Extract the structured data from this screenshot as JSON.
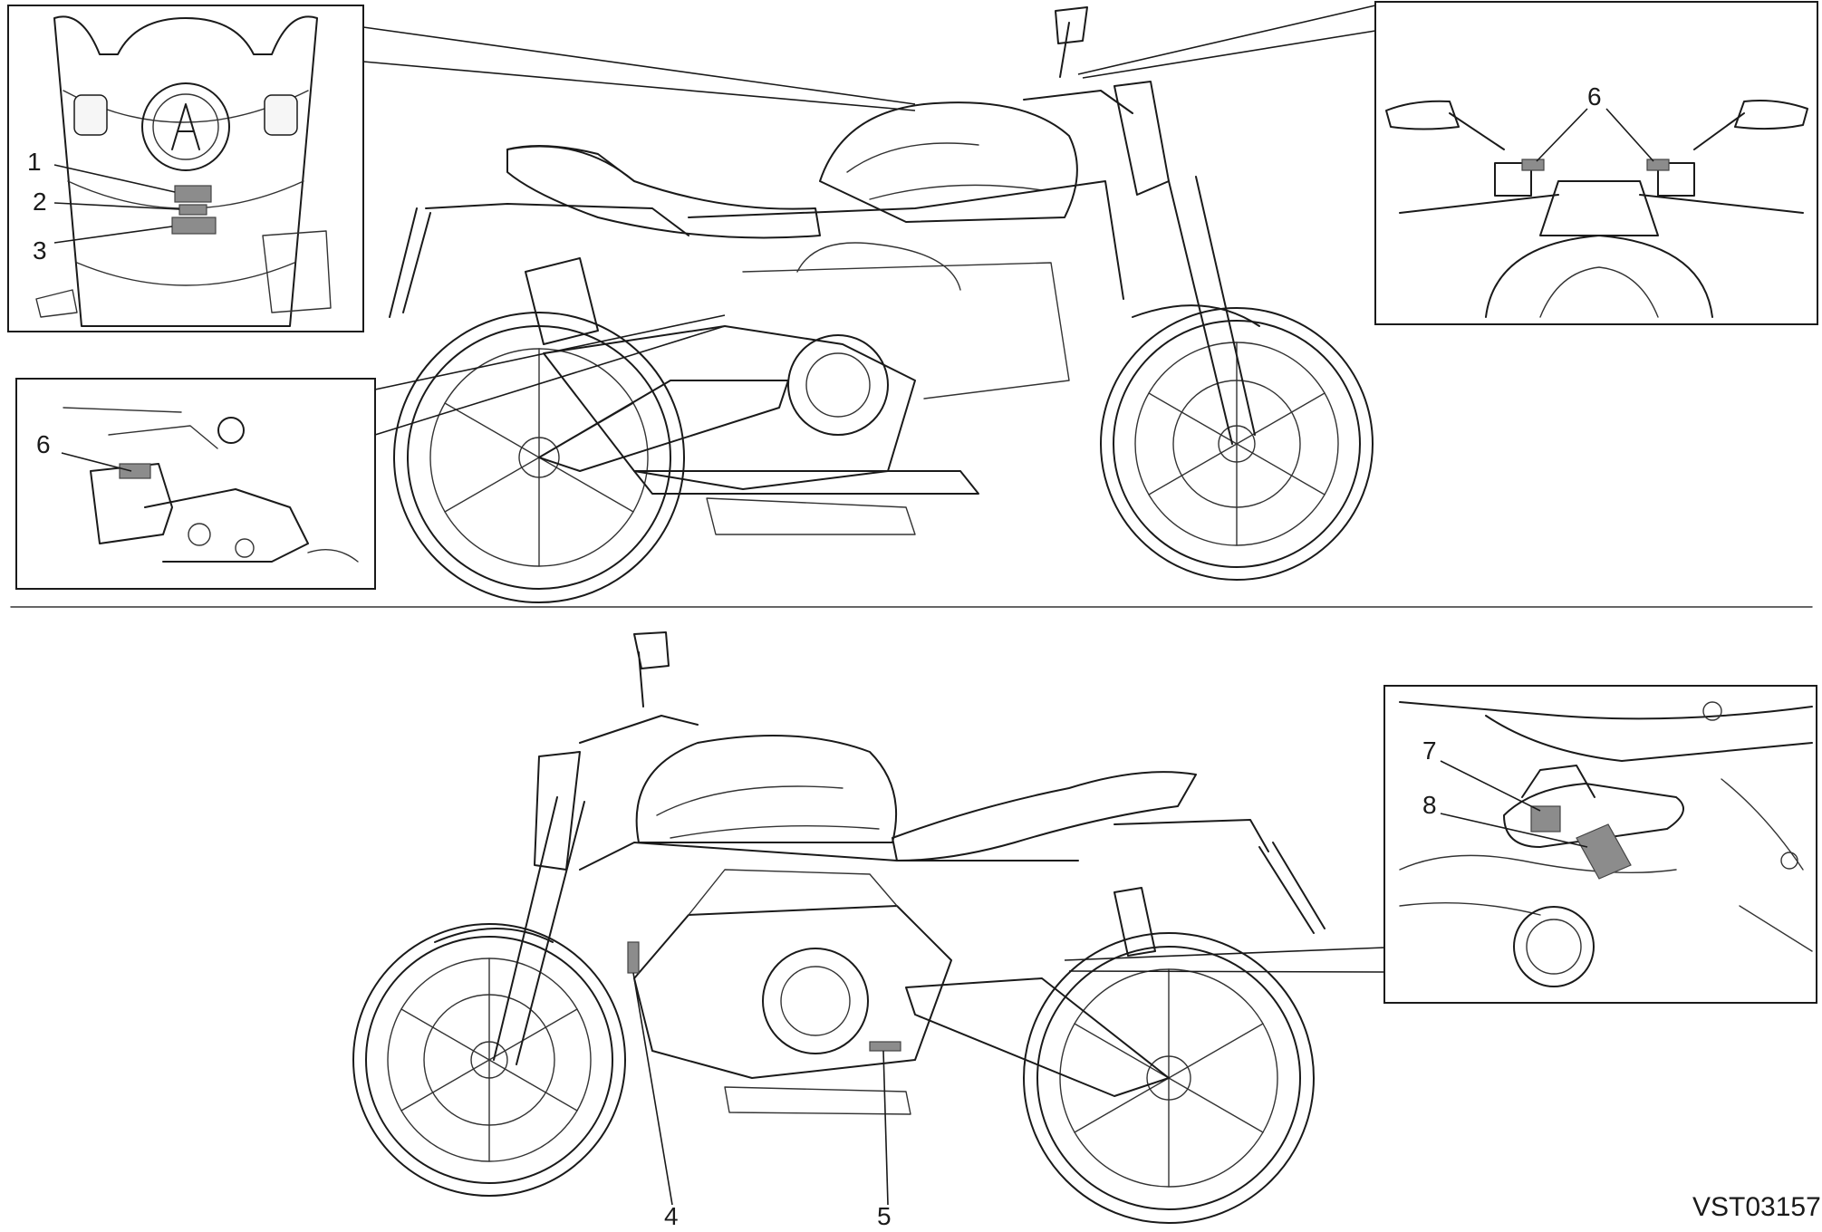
{
  "drawing_code": "VST03157",
  "callouts": {
    "c1": "1",
    "c2": "2",
    "c3": "3",
    "c4": "4",
    "c5": "5",
    "c6_engine": "6",
    "c6_handlebar": "6",
    "c7": "7",
    "c8": "8"
  },
  "colors": {
    "sticker": "#8c8c8c",
    "line": "#1a1a1a"
  }
}
